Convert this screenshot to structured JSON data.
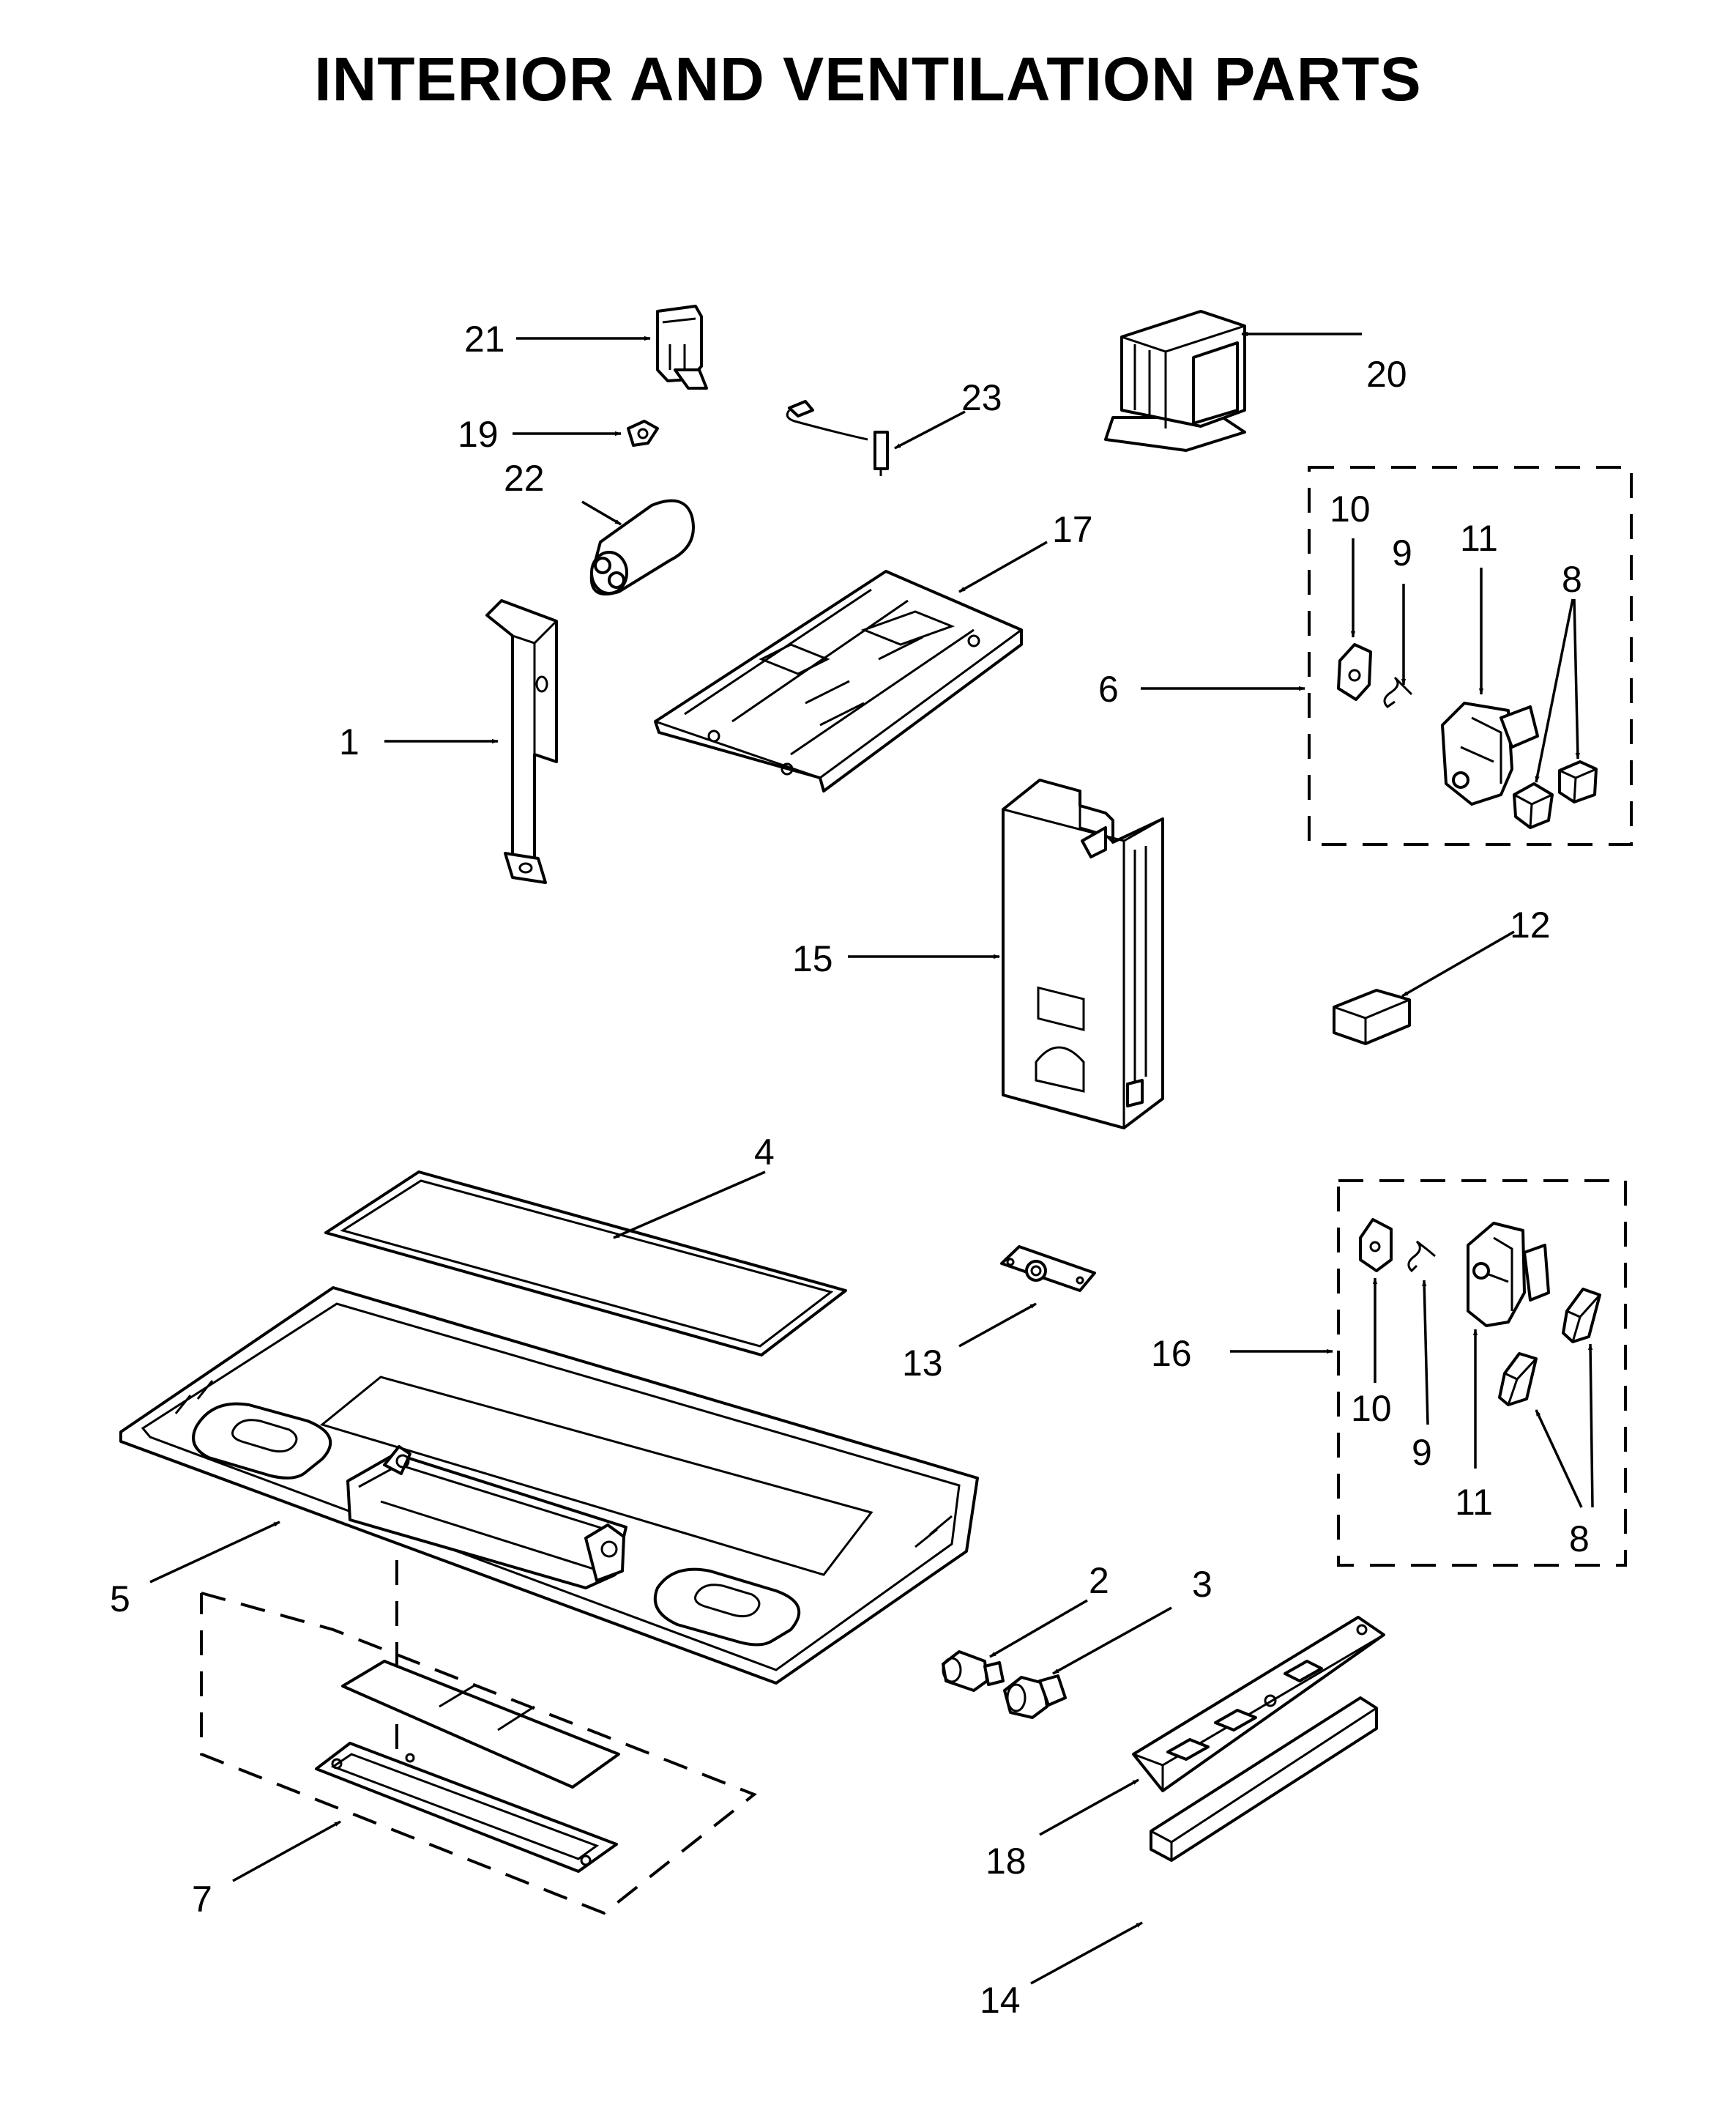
{
  "title": "INTERIOR AND VENTILATION PARTS",
  "callouts": {
    "c1": "1",
    "c2": "2",
    "c3": "3",
    "c4": "4",
    "c5": "5",
    "c6": "6",
    "c7": "7",
    "c8a": "8",
    "c8b": "8",
    "c9a": "9",
    "c9b": "9",
    "c10a": "10",
    "c10b": "10",
    "c11a": "11",
    "c11b": "11",
    "c12": "12",
    "c13": "13",
    "c14": "14",
    "c15": "15",
    "c16": "16",
    "c17": "17",
    "c18": "18",
    "c19": "19",
    "c20": "20",
    "c21": "21",
    "c22": "22",
    "c23": "23"
  }
}
